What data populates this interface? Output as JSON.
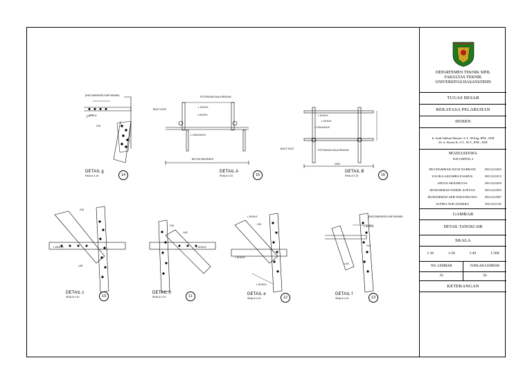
{
  "title_block": {
    "institution_lines": [
      "DEPARTEMEN TEKNIK SIPIL",
      "FAKULTAS TEKNIK",
      "UNIVERSITAS HASANUDDIN"
    ],
    "assignment_label": "TUGAS BESAR",
    "course": "REKAYASA PELABUHAN",
    "lecturer_label": "DOSEN",
    "lecturers": [
      "Ir. Andi Subhan Mustari, S.T., M.Eng, IPM., AER",
      "Dr. Ir. Rosmi K, S.T., M.T., IPM., AER"
    ],
    "students_label": "MAHASISWA",
    "group": "KELOMPOK 4",
    "members": [
      {
        "name": "MUCHAMMAD IZZAT RABBANI",
        "nim": "D011221005"
      },
      {
        "name": "ZALIKA AZZAHRA FAARUK",
        "nim": "D011221013"
      },
      {
        "name": "AFILYA ARJUMULYA",
        "nim": "D011221039"
      },
      {
        "name": "MUHAMMAD FADHIL SOFYAN",
        "nim": "D011221083"
      },
      {
        "name": "MUHAMMAD ARIF PADANRANGI",
        "nim": "D011221087"
      },
      {
        "name": "ALFIRA NUR AZZIKRA",
        "nim": "D011221118"
      }
    ],
    "drawing_label": "GAMBAR",
    "drawing_title": "DETAIL TANGKI AIR",
    "scale_label": "SKALA",
    "scales": [
      "1:10",
      "1:20",
      "1:40",
      "1:200"
    ],
    "sheet_no_label": "NO. LEMBAR",
    "sheet_total_label": "JUMLAH LEMBAR",
    "sheet_no": "32",
    "sheet_total": "34",
    "notes_label": "KETERANGAN"
  },
  "details": {
    "g": {
      "title": "DETAIL g",
      "scale": "SKALA 1:10",
      "number": "14"
    },
    "a": {
      "title": "DETAIL A",
      "scale": "SKALA 1:10",
      "number": "15"
    },
    "b": {
      "title": "DETAIL B",
      "scale": "SKALA 1:10",
      "number": "16"
    },
    "c": {
      "title": "DETAIL c",
      "scale": "SKALA 1:10",
      "number": "10"
    },
    "d": {
      "title": "DETAIL d",
      "scale": "SKALA 1:10",
      "number": "11"
    },
    "e": {
      "title": "DETAIL e",
      "scale": "SKALA 1:10",
      "number": "12"
    },
    "f": {
      "title": "DETAIL f",
      "scale": "SKALA 1:10",
      "number": "13"
    }
  },
  "annotations": {
    "angle_60": "L 60.60.6",
    "angle_100": "L 100x100x10",
    "beton_pavement": "BETON PAVEMENT",
    "potongan": "POTONGAN DALA RINGAN",
    "baut": "BAUT 22/22",
    "dim_2000": "2000",
    "dim_218": "218",
    "las": "LAS",
    "note_g": "(RECOMENDED ISAP BENAR)"
  }
}
